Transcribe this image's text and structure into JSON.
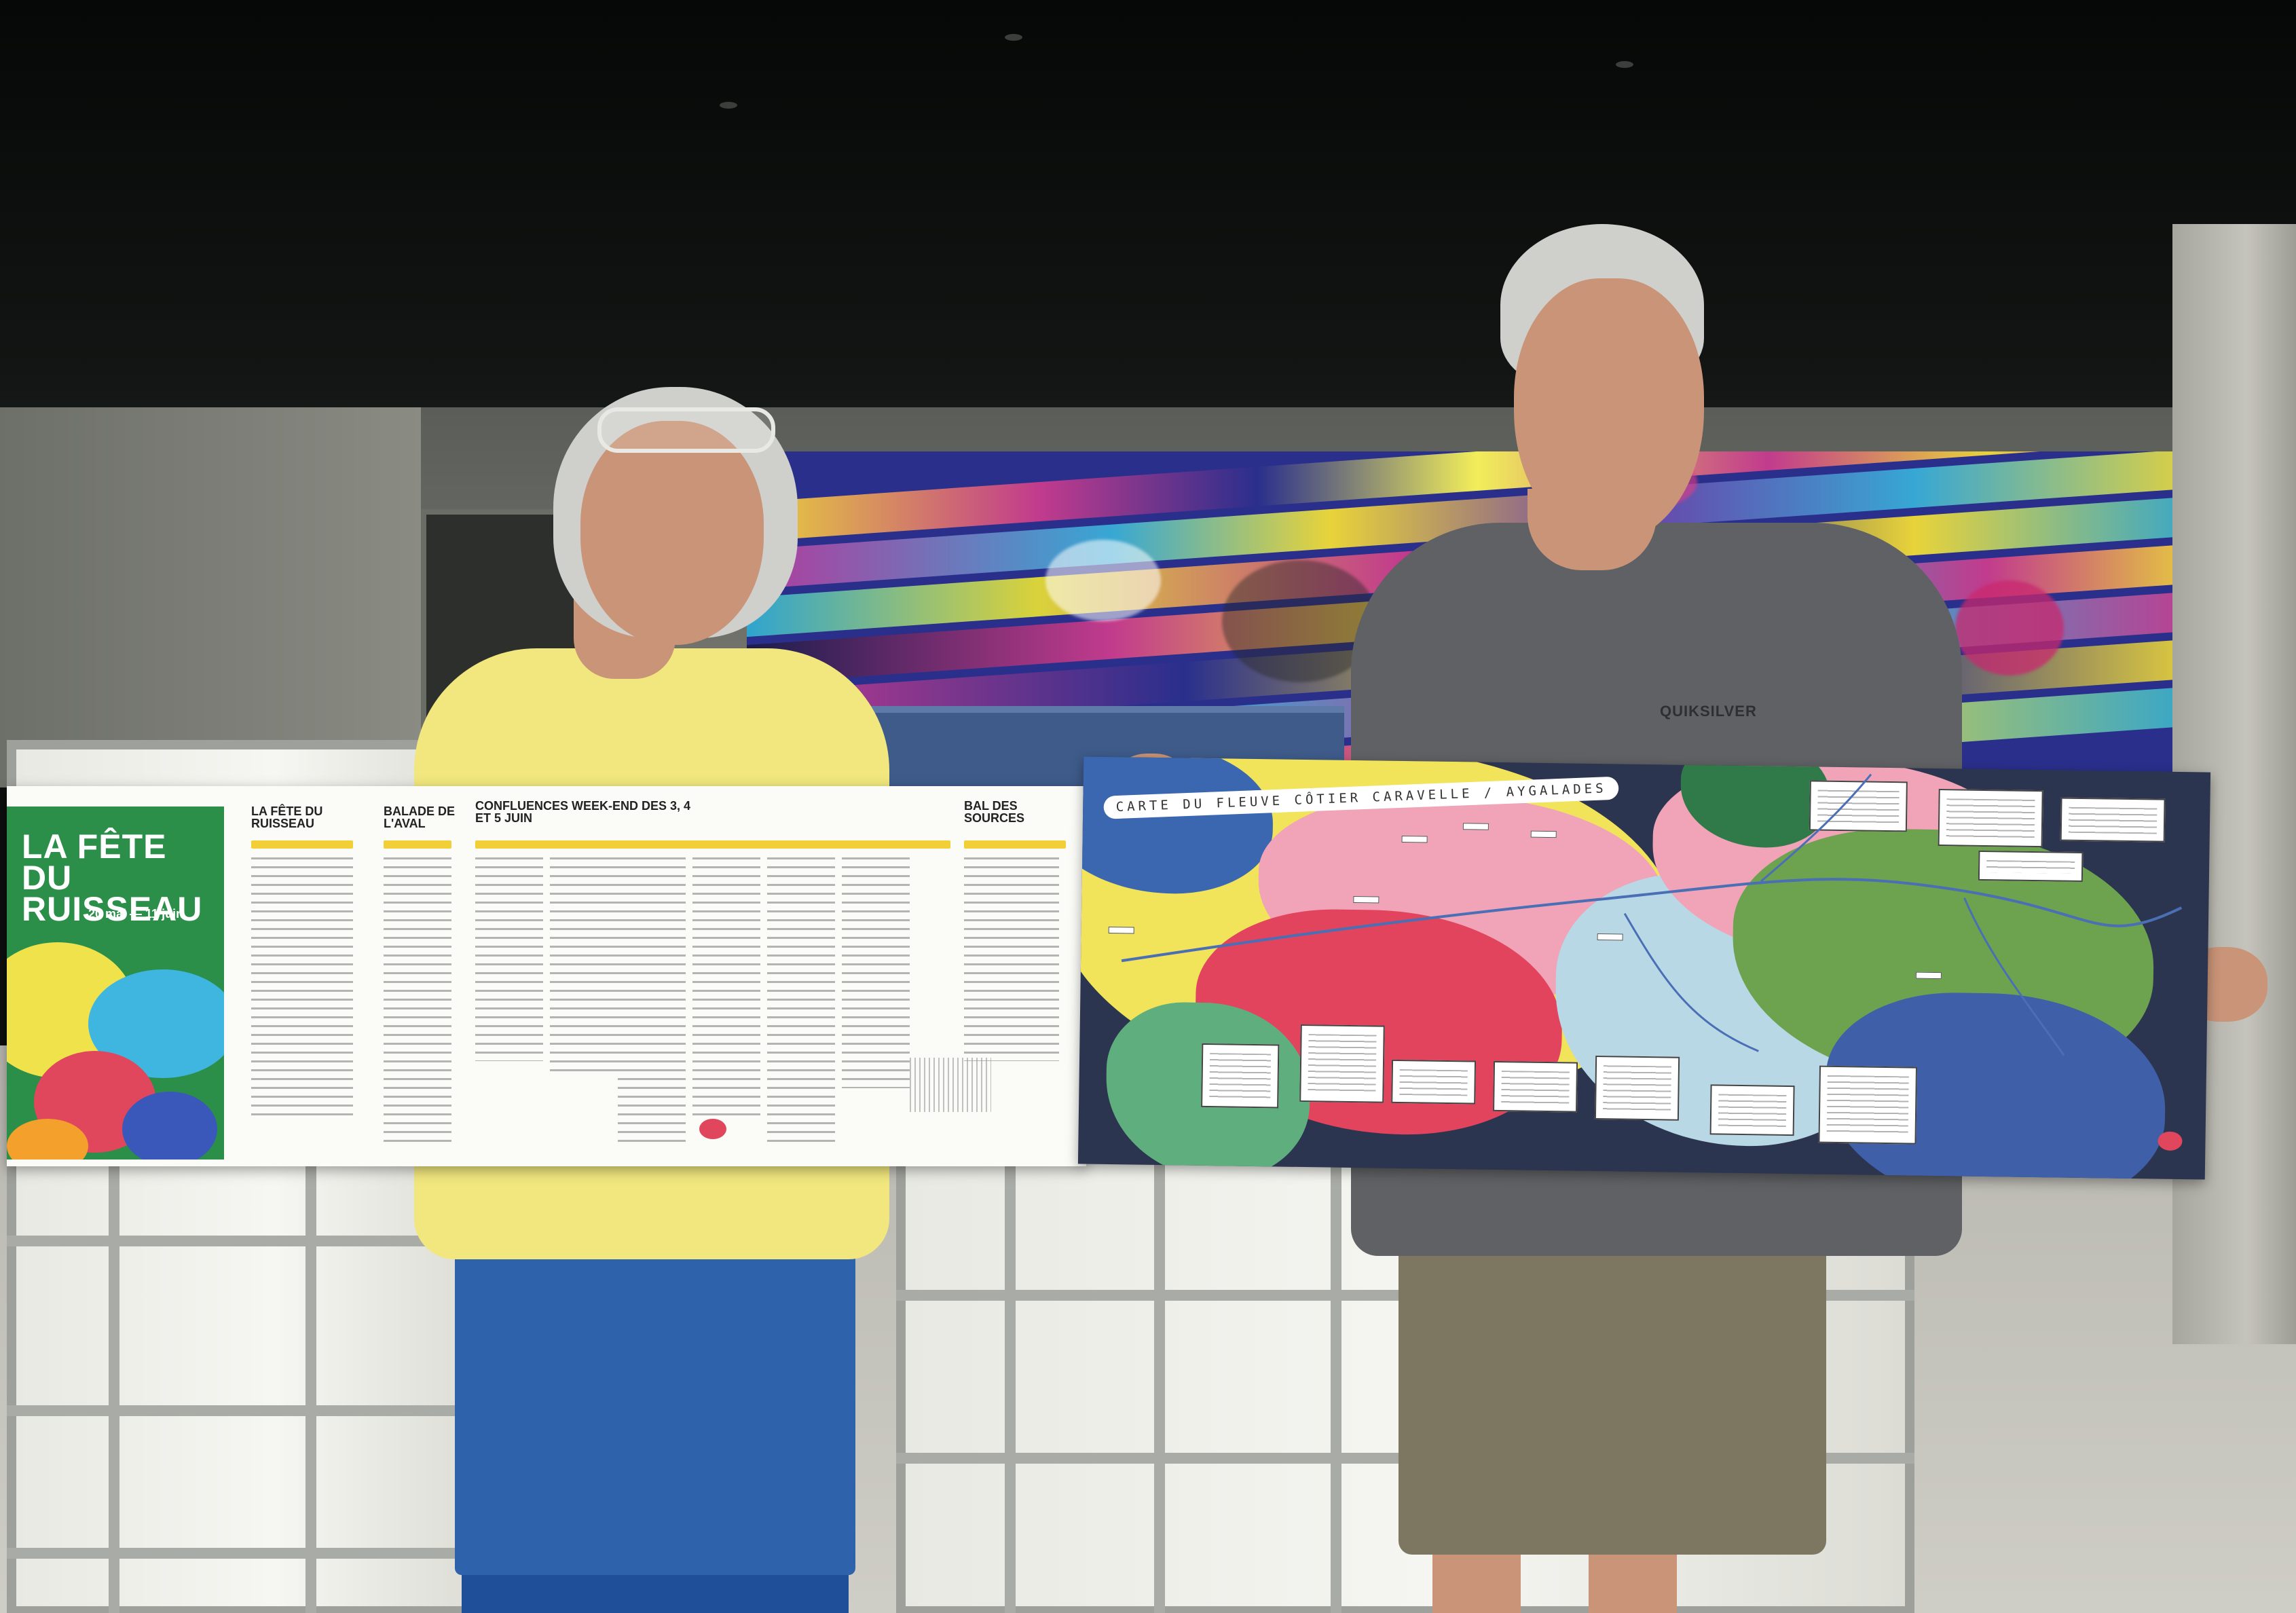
{
  "scene": {
    "brochure": {
      "cover_title": "LA FÊTE DU RUISSEAU",
      "cover_dates": "20 mai — 11 juin",
      "section_fete": "LA FÊTE DU RUISSEAU",
      "section_balade": "BALADE DE L'AVAL",
      "section_confluences": "CONFLUENCES WEEK-END DES 3, 4 ET 5 JUIN",
      "section_bal": "BAL DES SOURCES"
    },
    "map": {
      "title": "CARTE DU FLEUVE CÔTIER CARAVELLE / AYGALADES"
    },
    "tshirt_logo": "QUIKSILVER",
    "colors": {
      "shirt_woman": "#f1e77e",
      "trousers_woman": "#2e63ab",
      "shirt_man": "#5f6164",
      "shorts_man": "#7d7762",
      "map_yellow": "#f1e35a",
      "map_pink": "#f1a3b8",
      "map_red": "#e1445c",
      "map_lightblue": "#b8d8e6",
      "map_green": "#6da24e",
      "map_blue": "#3f5fa8"
    }
  }
}
